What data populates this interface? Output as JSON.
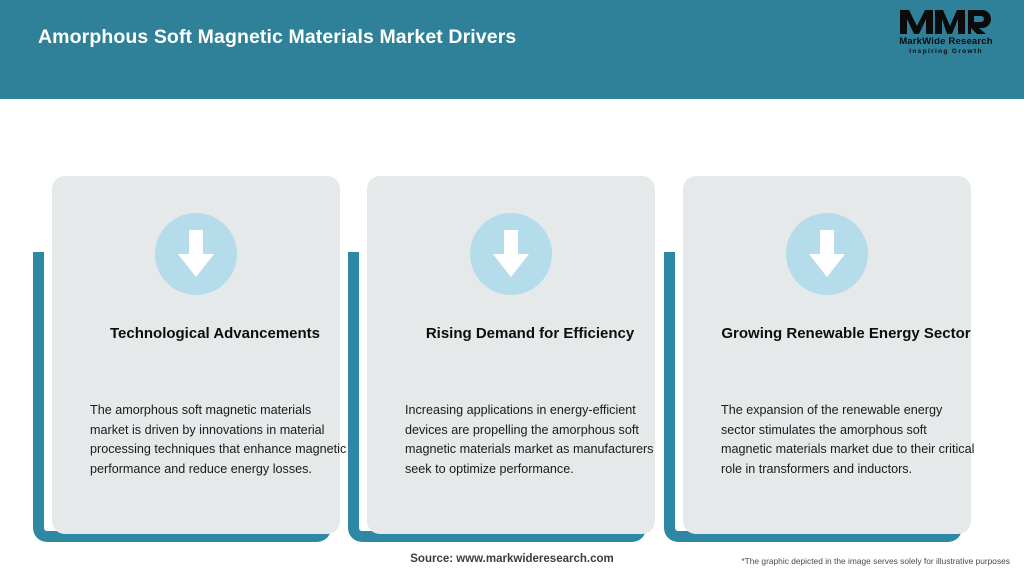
{
  "header": {
    "title": "Amorphous Soft Magnetic Materials Market Drivers",
    "background_color": "#2e8199",
    "title_color": "#ffffff"
  },
  "logo": {
    "mark": "MWR",
    "name": "MarkWide Research",
    "tagline": "Inspiring Growth"
  },
  "theme": {
    "teal": "#2e87a3",
    "panel_gray": "#e6e9ea",
    "icon_circle_blue": "#b4dcea",
    "arrow_white": "#ffffff"
  },
  "cards": [
    {
      "icon": "arrow-down-icon",
      "heading": "Technological Advancements",
      "body": "The amorphous soft magnetic materials market is driven by innovations in material processing techniques that enhance magnetic performance and reduce energy losses."
    },
    {
      "icon": "arrow-down-icon",
      "heading": "Rising Demand for Efficiency",
      "body": "Increasing applications in energy-efficient devices are propelling the amorphous soft magnetic materials market as manufacturers seek to optimize performance."
    },
    {
      "icon": "arrow-down-icon",
      "heading": "Growing Renewable Energy Sector",
      "body": "The expansion of the renewable energy sector stimulates the amorphous soft magnetic materials market due to their critical role in transformers and inductors."
    }
  ],
  "footer": {
    "source": "Source: www.markwideresearch.com",
    "disclaimer": "*The graphic depicted in the image serves solely for illustrative purposes"
  }
}
